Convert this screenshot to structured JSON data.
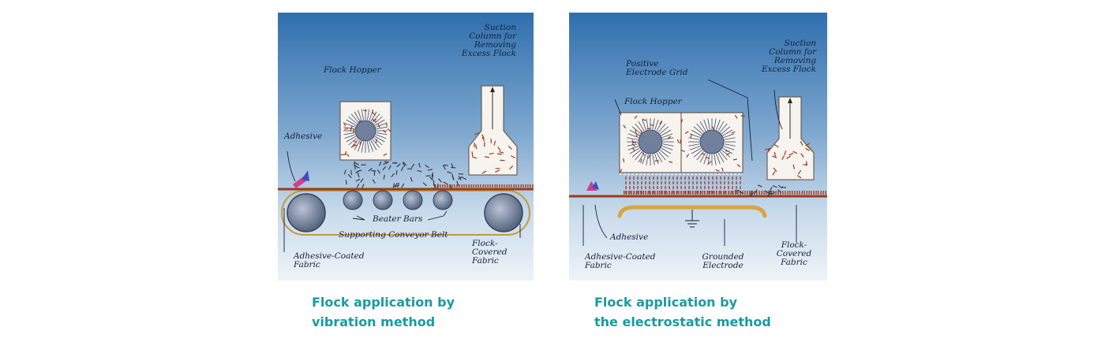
{
  "colors": {
    "caption": "#1a9aa0",
    "panel_top": "#2f6fae",
    "panel_bottom": "#e6eef6",
    "fabric": "#9c3a1c",
    "adhesive": "#d43d8e",
    "electrode": "#d9a441",
    "roller": "#6f7f9c"
  },
  "vibration": {
    "labels": {
      "suction": "Suction\nColumn for\nRemoving\nExcess Flock",
      "flock_hopper": "Flock Hopper",
      "adhesive": "Adhesive",
      "beater_bars": "Beater Bars",
      "conveyor": "Supporting Conveyor Belt",
      "adhesive_coated": "Adhesive-Coated\nFabric",
      "flock_covered": "Flock-\nCovered\nFabric"
    },
    "caption": "Flock application by\nvibration method"
  },
  "electrostatic": {
    "labels": {
      "suction": "Suction\nColumn for\nRemoving\nExcess Flock",
      "positive_grid": "Positive\nElectrode Grid",
      "flock_hopper": "Flock Hopper",
      "adhesive": "Adhesive",
      "adhesive_coated": "Adhesive-Coated\nFabric",
      "grounded": "Grounded\nElectrode",
      "flock_covered": "Flock-\nCovered\nFabric"
    },
    "caption": "Flock application by\nthe electrostatic method"
  }
}
